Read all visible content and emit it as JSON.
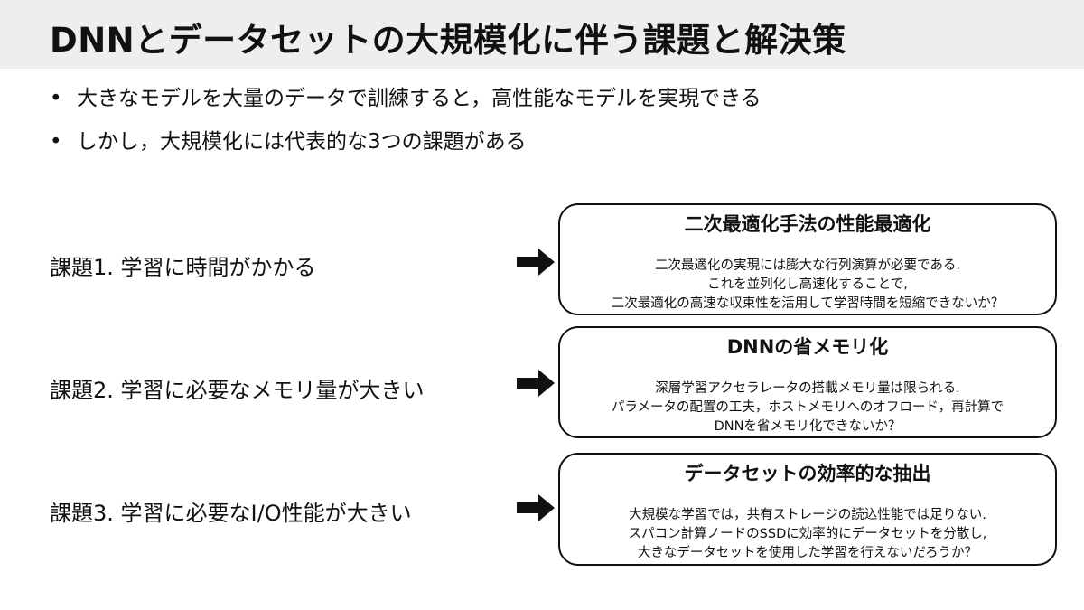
{
  "header": {
    "title": "DNNとデータセットの大規模化に伴う課題と解決策"
  },
  "bullets": [
    {
      "bullet": "•",
      "text": "大きなモデルを大量のデータで訓練すると，高性能なモデルを実現できる"
    },
    {
      "bullet": "•",
      "text": "しかし，大規模化には代表的な3つの課題がある"
    }
  ],
  "issues": [
    {
      "label": "課題1. 学習に時間がかかる",
      "solution_title": "二次最適化手法の性能最適化",
      "solution_lines": [
        "二次最適化の実現には膨大な行列演算が必要である.",
        "これを並列化し高速化することで,",
        "二次最適化の高速な収束性を活用して学習時間を短縮できないか？"
      ]
    },
    {
      "label": "課題2. 学習に必要なメモリ量が大きい",
      "solution_title": "DNNの省メモリ化",
      "solution_lines": [
        "深層学習アクセラレータの搭載メモリ量は限られる.",
        "パラメータの配置の工夫，ホストメモリへのオフロード，再計算で",
        "DNNを省メモリ化できないか？"
      ]
    },
    {
      "label": "課題3. 学習に必要なI/O性能が大きい",
      "solution_title": "データセットの効率的な抽出",
      "solution_lines": [
        "大規模な学習では，共有ストレージの読込性能では足りない.",
        "スパコン計算ノードのSSDに効率的にデータセットを分散し,",
        "大きなデータセットを使用した学習を行えないだろうか？"
      ]
    }
  ],
  "colors": {
    "title_bar_bg": "#eeeeee",
    "text": "#111111",
    "border": "#111111"
  },
  "icons": {
    "arrow": "right-arrow-icon"
  }
}
